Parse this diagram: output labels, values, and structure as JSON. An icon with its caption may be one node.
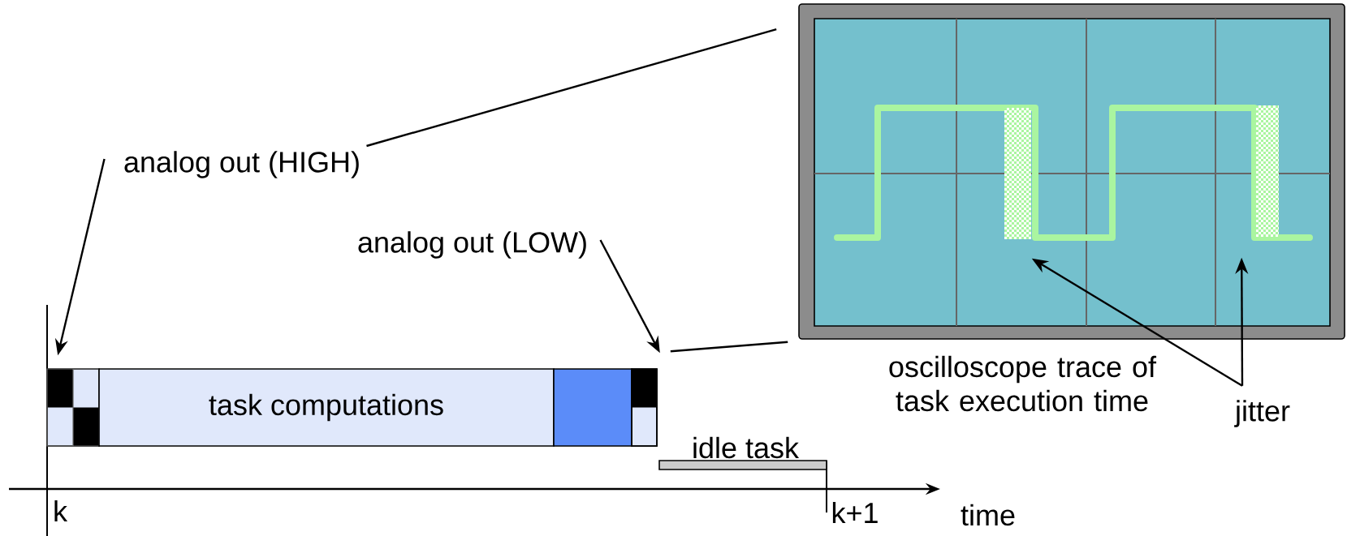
{
  "diagram": {
    "nodes": [
      {
        "text": [
          "analog out (HIGH)"
        ]
      },
      {
        "text": [],
        "shape": "box"
      },
      {
        "text": [
          "task computations"
        ]
      },
      {
        "text": [],
        "shape": "box"
      },
      {
        "text": [],
        "shape": "box"
      },
      {
        "text": [
          "analog out (LOW)"
        ]
      },
      {
        "text": [
          "idle task"
        ]
      },
      {
        "text": [],
        "shape": "picture"
      },
      {
        "text": [],
        "shape": "box",
        "in": 7
      },
      {
        "text": [],
        "shape": "box",
        "in": 7
      },
      {
        "text": [
          "jitter"
        ]
      }
    ],
    "edges": [
      {
        "from": 0,
        "to": 1,
        "arrow": "to"
      },
      {
        "from": 5,
        "to": 4,
        "arrow": "to"
      },
      {
        "from": 10,
        "to": 8,
        "arrow": "to"
      },
      {
        "from": 10,
        "to": 9,
        "arrow": "to"
      },
      {
        "from": 0,
        "to": 7,
        "arrow": "none"
      },
      {
        "from": 4,
        "to": 7,
        "arrow": "none"
      }
    ],
    "labels": [
      "oscilloscope trace of task execution time",
      "k",
      "k+1",
      "time"
    ]
  }
}
